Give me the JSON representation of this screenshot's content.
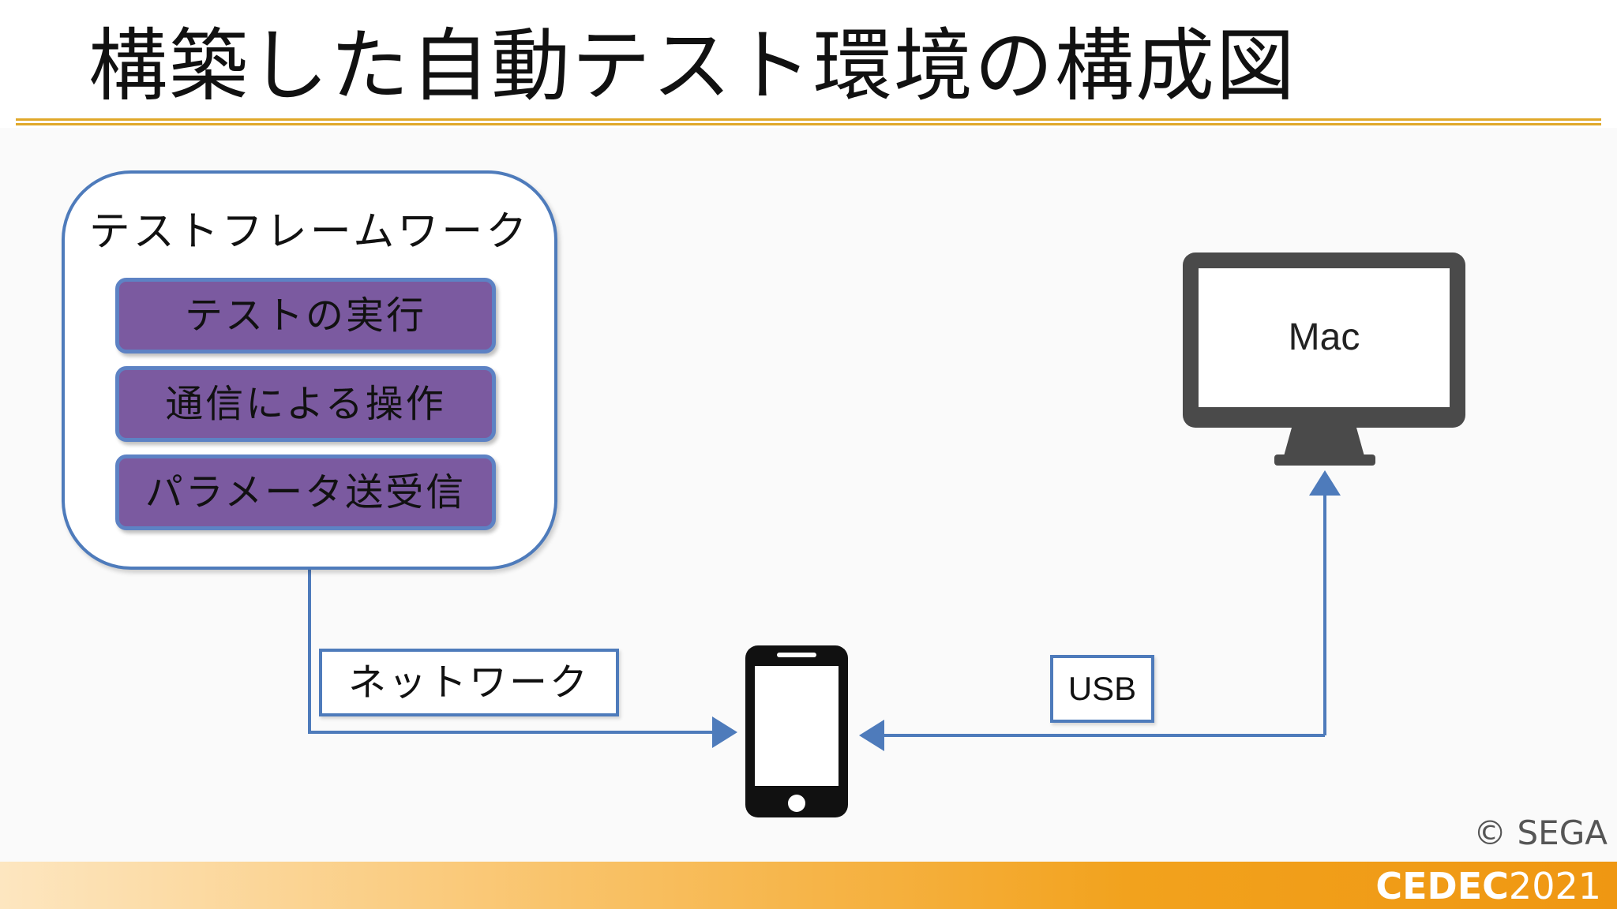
{
  "slide": {
    "title": "構築した自動テスト環境の構成図",
    "colors": {
      "accent_rule": "#e0a82a",
      "connector": "#4e7bbb",
      "module_fill": "#7b5aa0",
      "device": "#4a4a4a"
    }
  },
  "framework": {
    "title": "テストフレームワーク",
    "modules": [
      {
        "label": "テストの実行"
      },
      {
        "label": "通信による操作"
      },
      {
        "label": "パラメータ送受信"
      }
    ]
  },
  "connections": {
    "network_label": "ネットワーク",
    "usb_label": "USB"
  },
  "devices": {
    "mac_label": "Mac",
    "phone_icon": "smartphone-icon",
    "monitor_icon": "monitor-icon"
  },
  "footer": {
    "copyright": "© SEGA",
    "logo_prefix": "CEDEC",
    "logo_year": "2021"
  }
}
